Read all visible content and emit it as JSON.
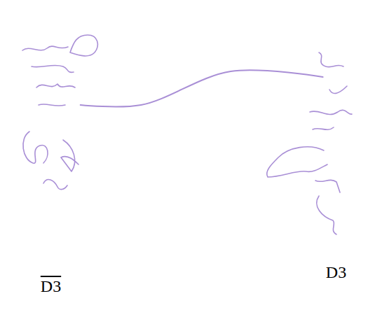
{
  "diagram": {
    "nodes": [
      {
        "text": [
          "D3"
        ]
      },
      {
        "text": [
          "D3"
        ]
      }
    ],
    "edges": [
      {
        "from": 0,
        "to": 1,
        "arrow": "none"
      }
    ]
  }
}
